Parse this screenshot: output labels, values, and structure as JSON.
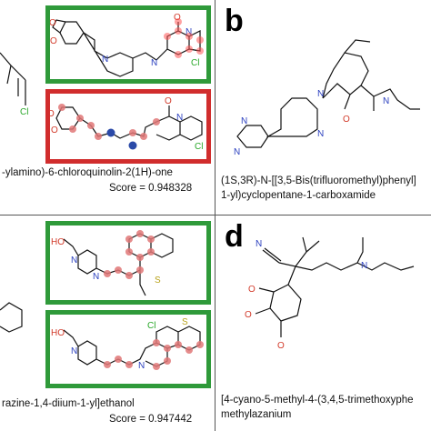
{
  "colors": {
    "green_frame": "#2f9a3a",
    "red_frame": "#d12d2d",
    "panel_border": "#555555",
    "highlight": "#e07777",
    "heteroatom_n": "#2a3fbf",
    "heteroatom_o": "#d23a2a",
    "heteroatom_cl": "#2aa82a",
    "heteroatom_s": "#b8a21a"
  },
  "panels": {
    "a": {
      "letter": "",
      "name_line1": "-ylamino)-6-chloroquinolin-2(1H)-one",
      "score": "Score = 0.948328",
      "atoms": {
        "o1": "O",
        "o2": "O",
        "n1": "N",
        "n2": "N",
        "cl": "Cl",
        "oc": "O",
        "nh": "N",
        "cl2": "Cl",
        "nh2": "N"
      }
    },
    "b": {
      "letter": "b",
      "name_line1": "(1S,3R)-N-[[3,5-Bis(trifluoromethyl)phenyl]",
      "name_line2": "1-yl)cyclopentane-1-carboxamide",
      "atoms": {
        "n1": "N",
        "n2": "N",
        "n3": "N",
        "n4": "N",
        "o": "O",
        "nh": "N"
      }
    },
    "c": {
      "letter": "",
      "name_line1": "razine-1,4-diium-1-yl]ethanol",
      "score": "Score = 0.947442",
      "atoms": {
        "ho1": "HO",
        "ho2": "HO",
        "n1": "N",
        "n2": "N",
        "nplus": "N",
        "s1": "S",
        "s2": "S",
        "cl": "Cl",
        "n3": "N"
      }
    },
    "d": {
      "letter": "d",
      "name_line1": "[4-cyano-5-methyl-4-(3,4,5-trimethoxyphe",
      "name_line2": "methylazanium",
      "atoms": {
        "n_cn": "N",
        "nplus": "N",
        "o1": "O",
        "o2": "O",
        "o3": "O"
      }
    }
  }
}
